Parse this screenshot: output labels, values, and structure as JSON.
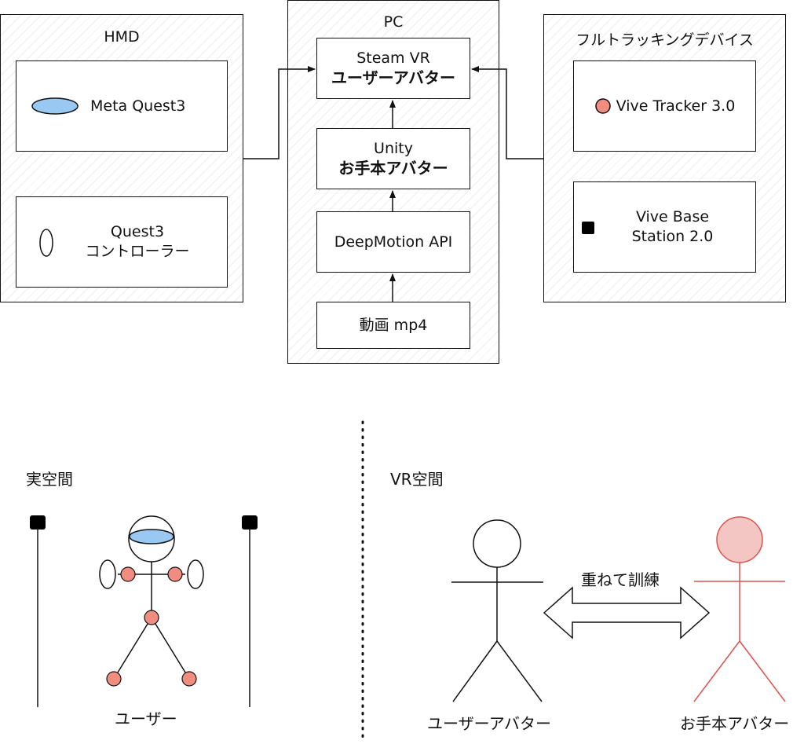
{
  "hmd": {
    "title": "HMD",
    "headset": "Meta Quest3",
    "controller_line1": "Quest3",
    "controller_line2": "コントローラー"
  },
  "pc": {
    "title": "PC",
    "steamvr_line1": "Steam VR",
    "steamvr_line2": "ユーザーアバター",
    "unity_line1": "Unity",
    "unity_line2": "お手本アバター",
    "deepmotion": "DeepMotion API",
    "video": "動画 mp4"
  },
  "tracking": {
    "title": "フルトラッキングデバイス",
    "tracker": "Vive Tracker 3.0",
    "base_line1": "Vive Base",
    "base_line2": "Station 2.0"
  },
  "real_space": {
    "title": "実空間",
    "user_label": "ユーザー"
  },
  "vr_space": {
    "title": "VR空間",
    "user_avatar": "ユーザーアバター",
    "model_avatar": "お手本アバター",
    "overlay_label": "重ねて訓練"
  },
  "colors": {
    "headset_blue": "#99c9f2",
    "tracker_salmon": "#f08c80",
    "model_avatar_red": "#d9534f",
    "model_head_fill": "#f4c6c3"
  }
}
